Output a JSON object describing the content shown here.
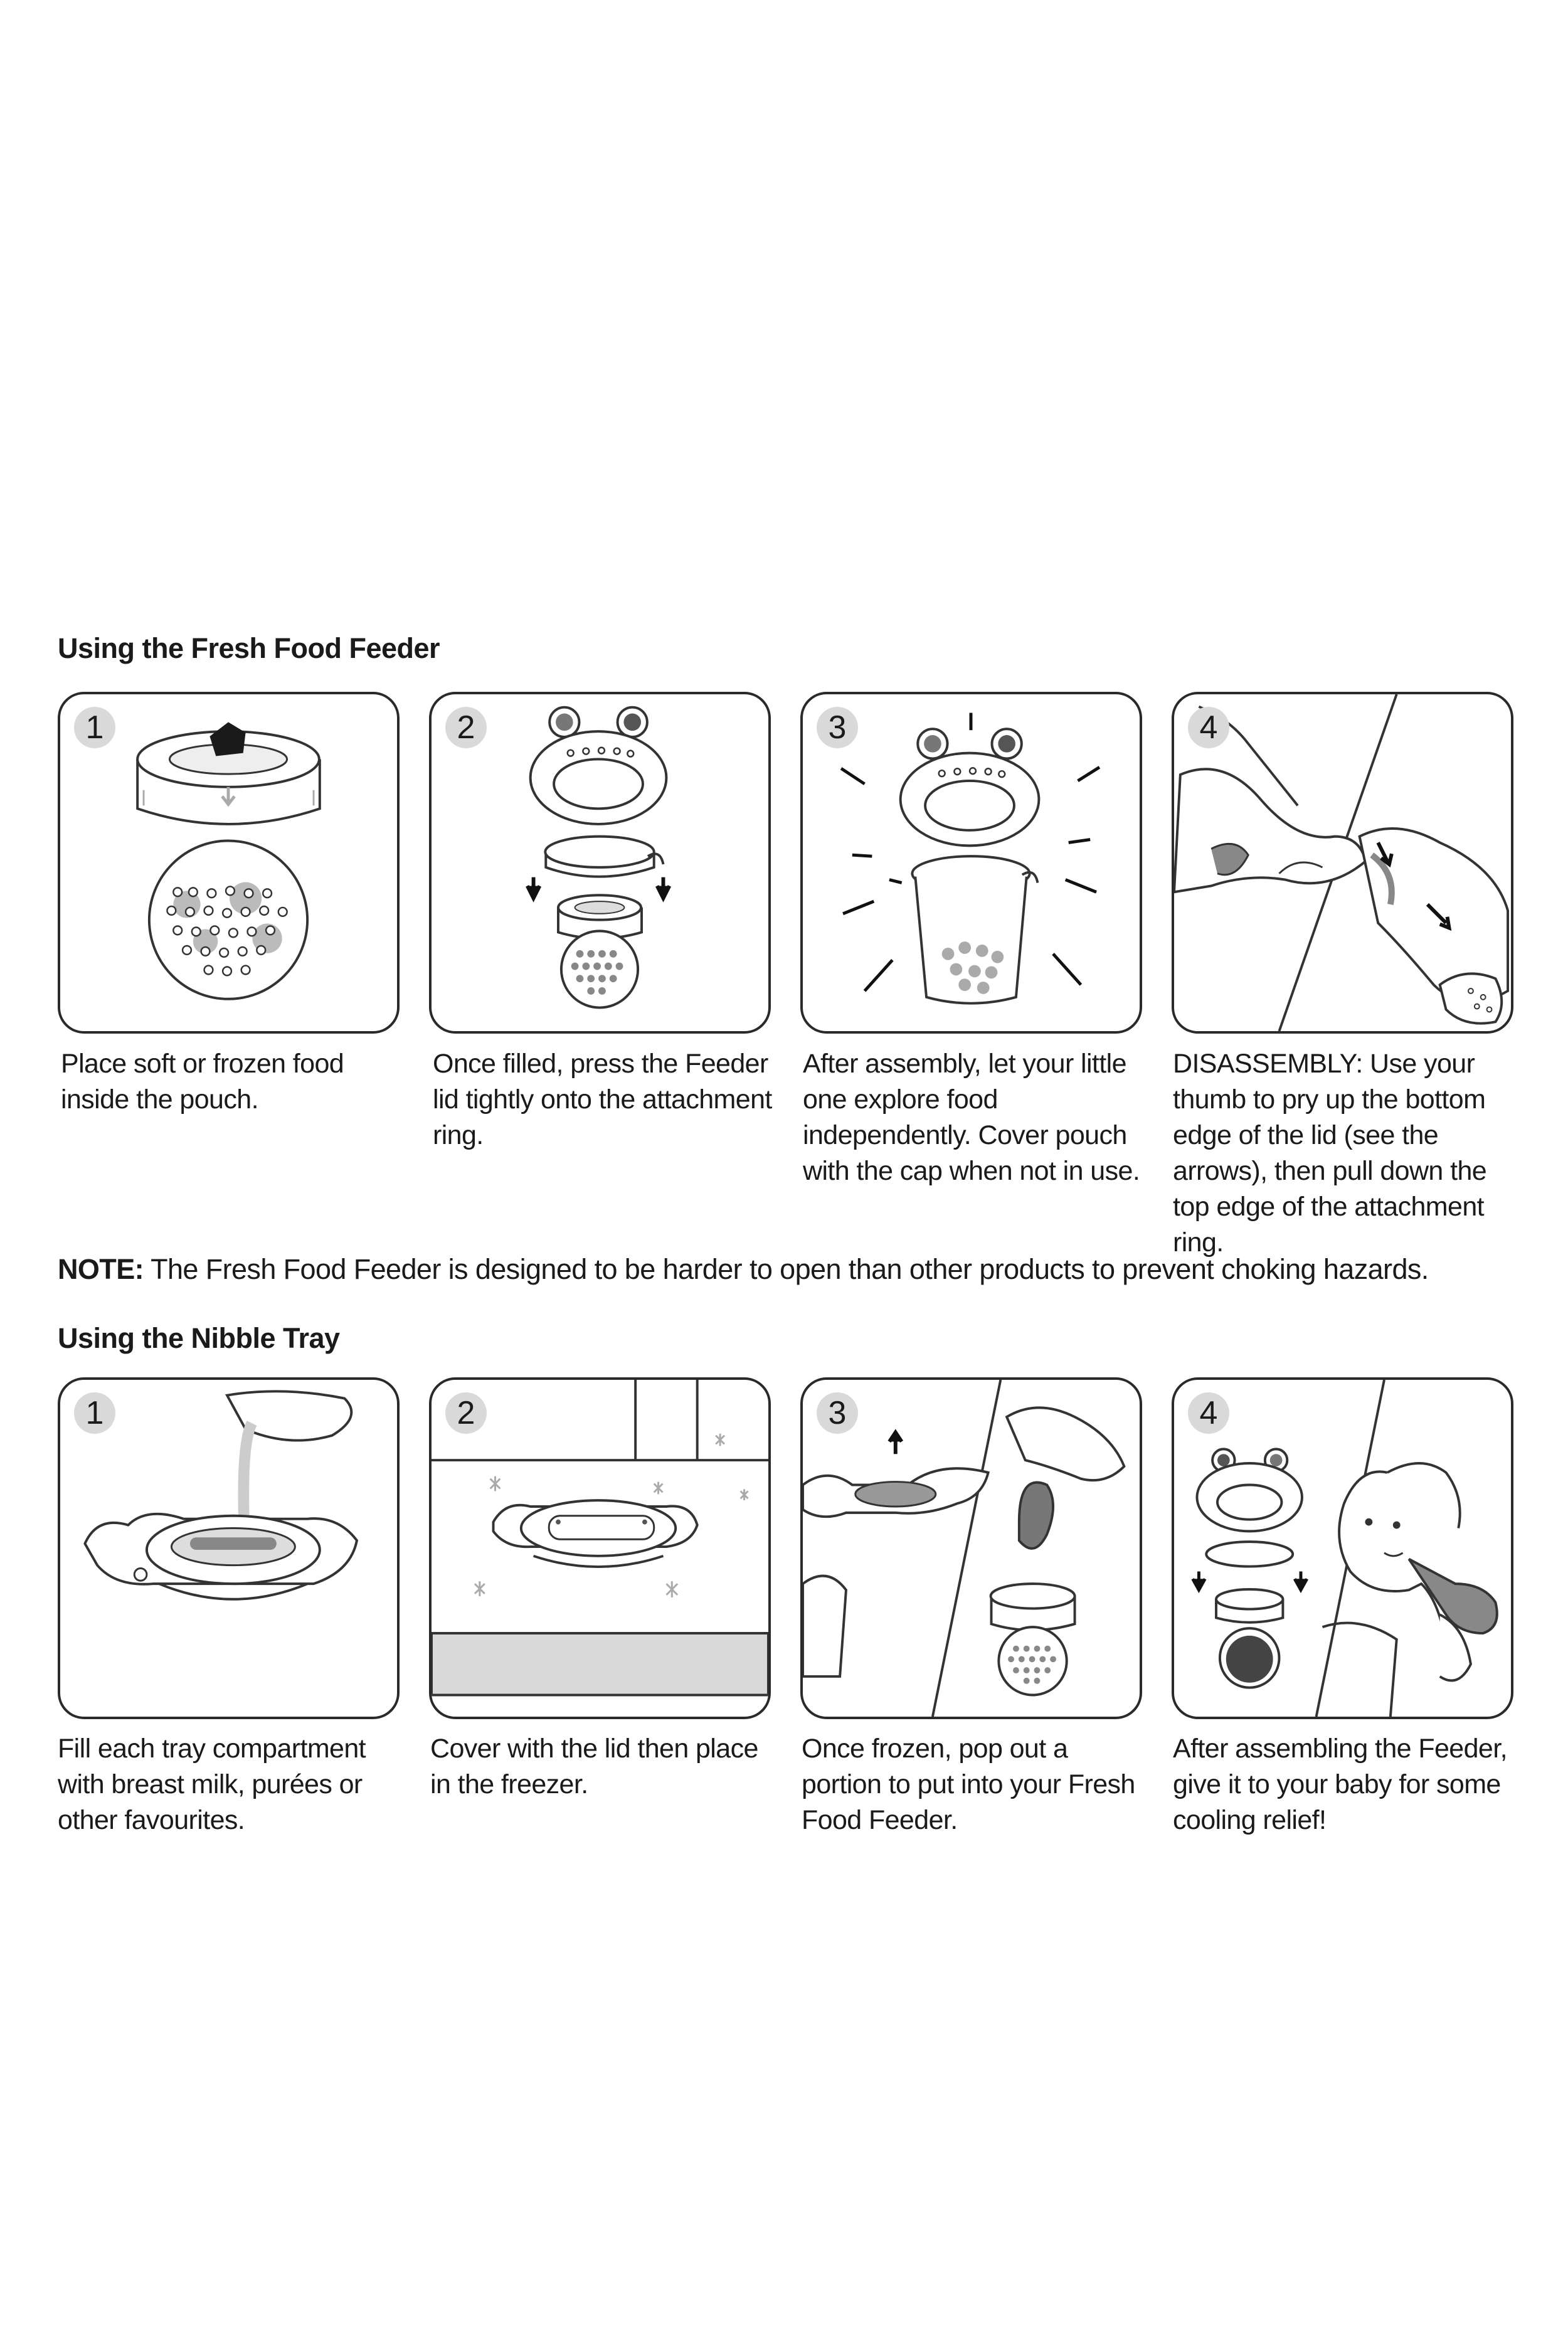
{
  "section1": {
    "title": "Using the Fresh Food Feeder",
    "steps": [
      {
        "number": "1",
        "text": "Place soft or frozen food inside the pouch."
      },
      {
        "number": "2",
        "text": "Once filled, press the Feeder lid tightly onto the attachment ring."
      },
      {
        "number": "3",
        "text": "After assembly, let your little one explore food independently. Cover pouch with the cap when not in use."
      },
      {
        "number": "4",
        "text_strong": "DISASSEMBLY:",
        "text": " Use your thumb to pry up the bottom edge of the lid (see the arrows), then pull down the top edge of the attachment ring."
      }
    ]
  },
  "note": {
    "label": "NOTE:",
    "text": " The Fresh Food Feeder is designed to be harder to open than other products to prevent choking hazards."
  },
  "section2": {
    "title": "Using the Nibble Tray",
    "steps": [
      {
        "number": "1",
        "text": "Fill each tray compartment with breast milk, purées or other favourites."
      },
      {
        "number": "2",
        "text": "Cover with the lid then place in the freezer."
      },
      {
        "number": "3",
        "text": "Once frozen, pop out a portion to put into your Fresh Food Feeder."
      },
      {
        "number": "4",
        "text": "After assembling the Feeder, give it to your baby for some cooling relief!"
      }
    ]
  }
}
